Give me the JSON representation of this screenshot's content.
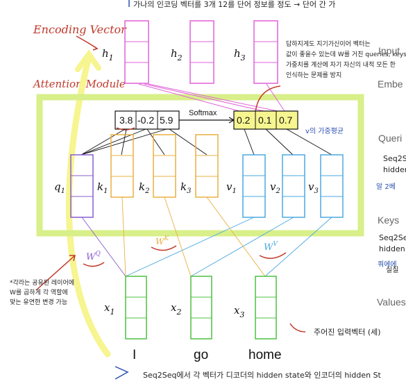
{
  "top_note": "가나의 인코딩 벡터를 3개 12를 단어 정보를 정도 → 단어 간 가",
  "encoding_vector_label": "Encoding Vector",
  "attention_module_label": "Attention Module",
  "h_labels": [
    "h",
    "h",
    "h"
  ],
  "h_subs": [
    "1",
    "2",
    "3"
  ],
  "top_right_note": [
    "답하지게도 지기가신이어 벡터는",
    "값이 좋을수 있는데 W를 거친 queries, keys",
    "가중치를 계산에 자기 자신의 내적 모든 한",
    "인식하는 문제를 방지"
  ],
  "side_labels": {
    "input": "Input",
    "embed": "Embe",
    "queries": "Queri",
    "keys": "Keys",
    "values": "Values"
  },
  "side_notes": {
    "queries": [
      "Seq2S",
      "hidden"
    ],
    "queries_sub": "알 2베",
    "keys": [
      "Seq2Se",
      "hidden"
    ],
    "keys_sub": "쿼에에",
    "values": "실질"
  },
  "scores": [
    "3.8",
    "-0.2",
    "5.9"
  ],
  "softmax_label": "Softmax",
  "softmax_out": [
    "0.2",
    "0.1",
    "0.7"
  ],
  "weights_note": "v의 가중평균",
  "q_labels": [
    {
      "v": "q",
      "s": "1"
    }
  ],
  "k_labels": [
    {
      "v": "k",
      "s": "1"
    },
    {
      "v": "k",
      "s": "2"
    },
    {
      "v": "k",
      "s": "3"
    }
  ],
  "v_labels": [
    {
      "v": "v",
      "s": "1"
    },
    {
      "v": "v",
      "s": "2"
    },
    {
      "v": "v",
      "s": "3"
    }
  ],
  "wq": "W",
  "wq_sup": "Q",
  "wk": "W",
  "wk_sup": "K",
  "wv": "W",
  "wv_sup": "V",
  "x_labels": [
    {
      "v": "x",
      "s": "1"
    },
    {
      "v": "x",
      "s": "2"
    },
    {
      "v": "x",
      "s": "3"
    }
  ],
  "words": [
    "I",
    "go",
    "home"
  ],
  "left_note": [
    "*각라는 공유된 레이어에",
    "W를 곱하게 각 역할에",
    "맞는 유연한 변경 가능"
  ],
  "right_note": "주어진 입력벡터 (세)",
  "bottom_note": "Seq2Seq에서 각 벡터가 디코더의 hidden state와 인코더의 hidden St",
  "colors": {
    "pink": "#e060d8",
    "green_frame": "#d8ef8a",
    "purple": "#8a5cd0",
    "orange": "#e8b040",
    "blue": "#4aa8e0",
    "green": "#4cc040",
    "red": "#c0392b",
    "yellow": "#f6f590"
  }
}
